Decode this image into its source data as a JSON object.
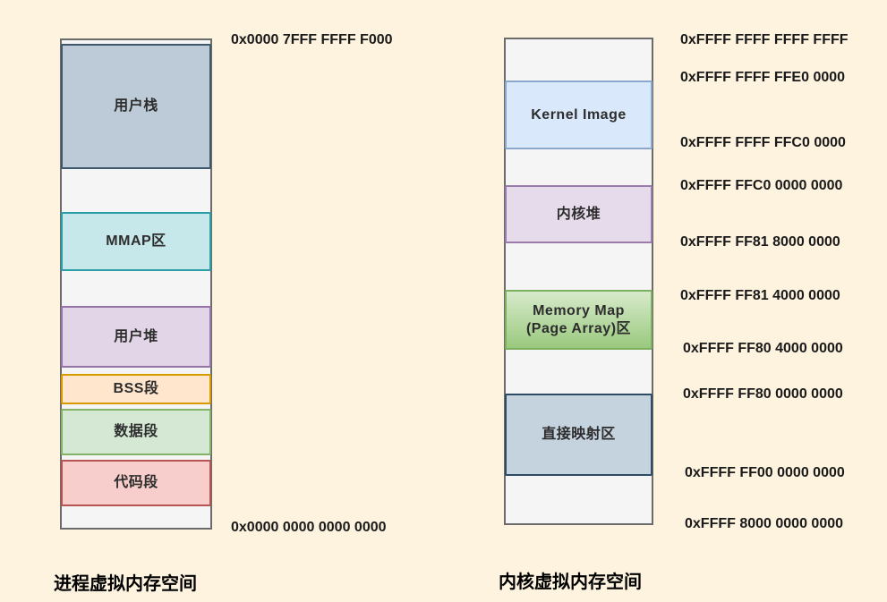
{
  "page": {
    "background_color": "#fdf3df",
    "container_fill": "#f5f5f5",
    "container_border": "#6b6b6b"
  },
  "process_space": {
    "title": "进程虚拟内存空间",
    "top_address": "0x0000 7FFF FFFF F000",
    "bottom_address": "0x0000 0000 0000 0000",
    "segments": [
      {
        "label": "用户栈",
        "fill": "#bccbd7",
        "border": "#3e576b"
      },
      {
        "label": "MMAP区",
        "fill": "#c7e8eb",
        "border": "#2b9fa8"
      },
      {
        "label": "用户堆",
        "fill": "#e1d5e7",
        "border": "#9673a6"
      },
      {
        "label": "BSS段",
        "fill": "#ffe6cc",
        "border": "#d79b00"
      },
      {
        "label": "数据段",
        "fill": "#d5e8d4",
        "border": "#82b366"
      },
      {
        "label": "代码段",
        "fill": "#f8cecc",
        "border": "#b85450"
      }
    ]
  },
  "kernel_space": {
    "title": "内核虚拟内存空间",
    "segments": [
      {
        "label": "Kernel Image",
        "fill": "#dae8fc",
        "border": "#8ba7cc"
      },
      {
        "label": "内核堆",
        "fill": "#e6dbea",
        "border": "#9a7bab"
      },
      {
        "label": "Memory Map (Page Array)区",
        "label_line1": "Memory Map",
        "label_line2": "(Page Array)区",
        "fill": "#bfdfa8",
        "border": "#7caf5f"
      },
      {
        "label": "直接映射区",
        "fill": "#c5d3df",
        "border": "#2f4b63"
      }
    ],
    "addresses": [
      "0xFFFF FFFF FFFF FFFF",
      "0xFFFF FFFF FFE0 0000",
      "0xFFFF FFFF FFC0 0000",
      "0xFFFF FFC0 0000 0000",
      "0xFFFF FF81 8000 0000",
      "0xFFFF FF81 4000 0000",
      "0xFFFF FF80 4000 0000",
      "0xFFFF FF80 0000 0000",
      "0xFFFF FF00 0000 0000",
      "0xFFFF 8000 0000 0000"
    ]
  }
}
